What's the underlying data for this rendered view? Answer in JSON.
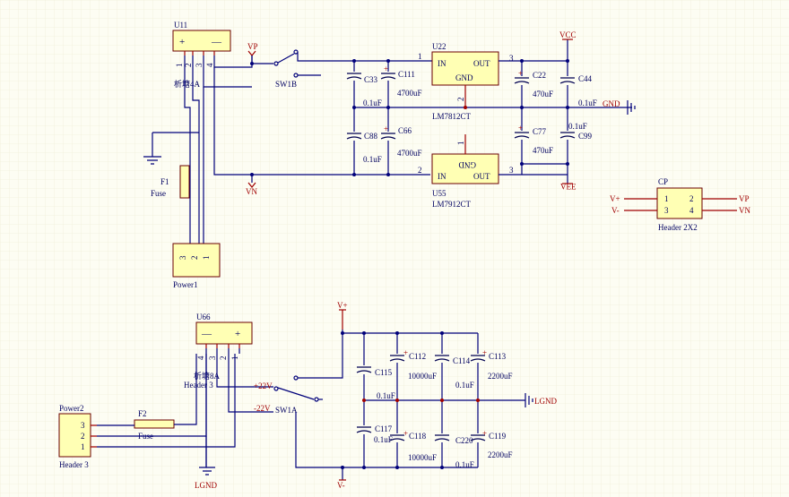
{
  "nets": {
    "vp": "VP",
    "vn": "VN",
    "vcc": "VCC",
    "vee": "VEE",
    "gnd": "GND",
    "vplus": "V+",
    "vminus": "V-",
    "lgnd": "LGND",
    "p22": "+22V",
    "m22": "-22V"
  },
  "components": {
    "u11": "U11",
    "u11_desc": "析塘4A",
    "sw1b": "SW1B",
    "f1": "F1",
    "f1_desc": "Fuse",
    "power1": "Power1",
    "u22": "U22",
    "u22_desc": "LM7812CT",
    "u22_in": "IN",
    "u22_out": "OUT",
    "u22_gnd": "GND",
    "u55": "U55",
    "u55_desc": "LM7912CT",
    "u55_in": "IN",
    "u55_out": "OUT",
    "u55_gnd": "GND",
    "c33": "C33",
    "c111": "C111",
    "c88": "C88",
    "c66": "C66",
    "c22": "C22",
    "c44": "C44",
    "c77": "C77",
    "c99": "C99",
    "cp": "CP",
    "cp_desc": "Header 2X2",
    "u66": "U66",
    "u66_desc1": "析塘8A",
    "u66_desc2": "Header 3",
    "power2": "Power2",
    "power2_desc": "Header 3",
    "f2": "F2",
    "f2_desc": "Fuse",
    "sw1a": "SW1A",
    "c115": "C115",
    "c112": "C112",
    "c114": "C114",
    "c113": "C113",
    "c117": "C117",
    "c118": "C118",
    "c220": "C220",
    "c119": "C119"
  },
  "values": {
    "v01uf": "0.1uF",
    "v4700uf": "4700uF",
    "v470uf": "470uF",
    "v10000uf": "10000uF",
    "v2200uf": "2200uF"
  },
  "pins": {
    "p1": "1",
    "p2": "2",
    "p3": "3",
    "p4": "4",
    "plus": "+",
    "minus": "—",
    "cap_plus": "+"
  }
}
